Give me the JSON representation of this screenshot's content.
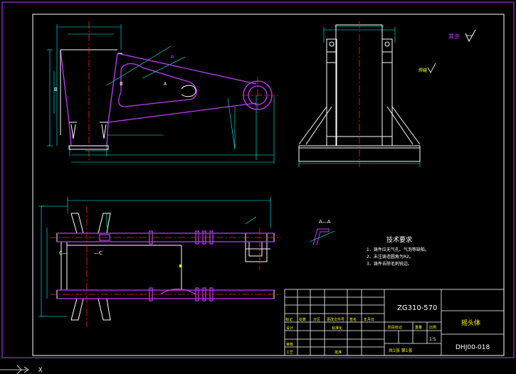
{
  "drawing": {
    "model_number": "ZG310-570",
    "part_name": "摇头体",
    "drawing_number": "DHJ00-018",
    "scale": "1:5",
    "sheet_info": "共1张  第1张",
    "title_block_headers": {
      "row1": [
        "标记",
        "处数",
        "分区",
        "更改文件号",
        "签名",
        "年月日"
      ],
      "design": "设计",
      "standardize": "标准化",
      "review": "审核",
      "process": "工艺",
      "approve": "批准",
      "stage_mark": "阶段标记",
      "weight": "重量",
      "scale_label": "比例"
    }
  },
  "surface_finish": {
    "remaining_label": "其余",
    "local_label": "焊缝"
  },
  "technical_requirements": {
    "title": "技术要求",
    "items": [
      "1、铸件应无气孔、气泡等缺陷。",
      "2、未注铸造圆角为R2。",
      "3、铸件去除毛刺锐边。"
    ]
  },
  "section_labels": {
    "aa": "A—A",
    "c_left": "C—",
    "c_right": "—C",
    "a_mark": "A",
    "b_mark": "B"
  },
  "command_line": {
    "prompt": "X"
  },
  "colors": {
    "background": "#000000",
    "frame": "#ffffff",
    "outline": "#ffffff",
    "purple": "#c23bff",
    "cyan": "#00ffff",
    "red": "#ff2020",
    "yellow": "#ffff00"
  }
}
